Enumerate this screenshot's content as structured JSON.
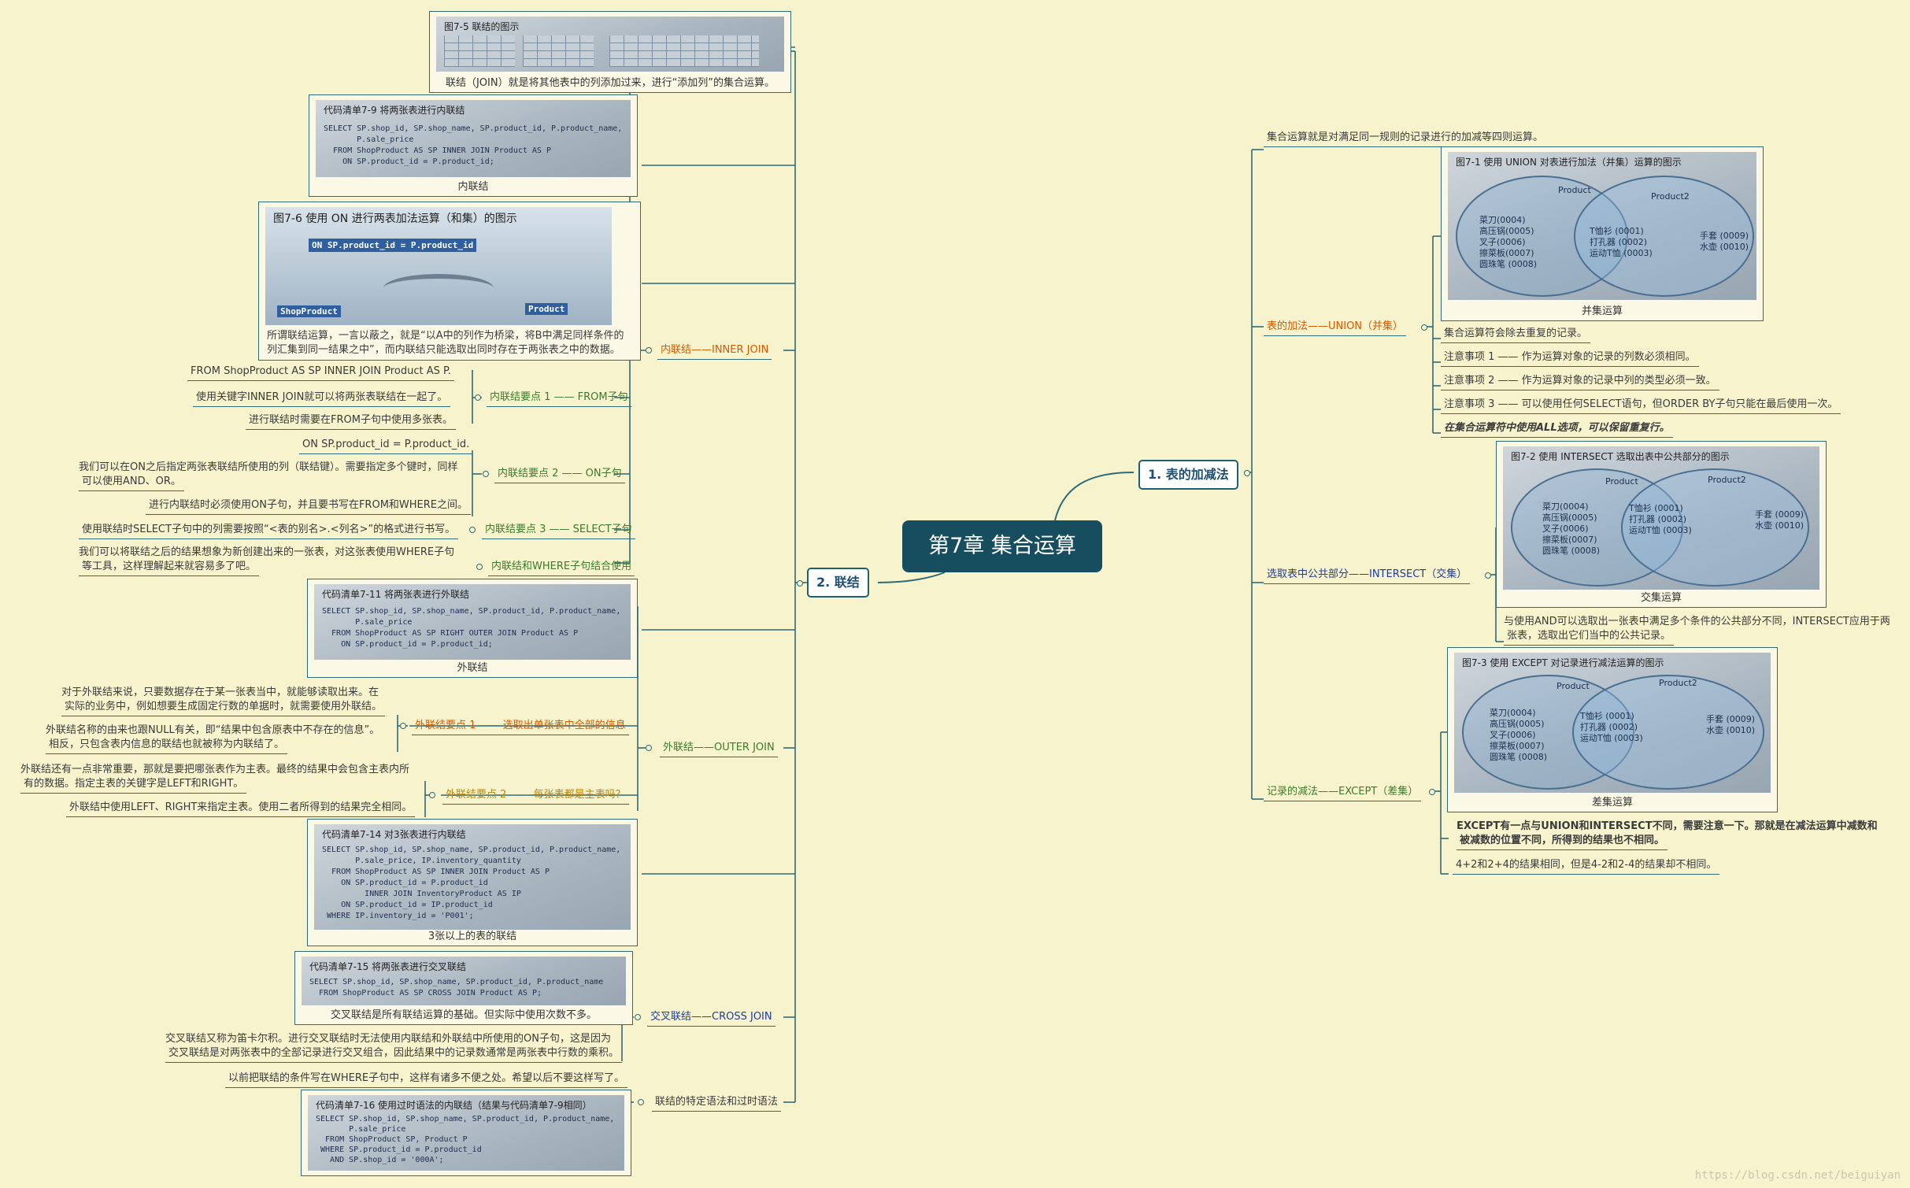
{
  "central": "第7章 集合运算",
  "main1": "1. 表的加减法",
  "main2": "2. 联结",
  "right": {
    "intro": "集合运算就是对满足同一规则的记录进行的加减等四则运算。",
    "union_label": "表的加法——UNION（并集）",
    "union_fig_caption": "图7-1   使用 UNION 对表进行加法（并集）运算的图示",
    "union_box_caption": "并集运算",
    "venn_left_name": "Product",
    "venn_right_name": "Product2",
    "venn_left_items": "菜刀(0004)\n高压锅(0005)\n叉子(0006)\n擦菜板(0007)\n圆珠笔 (0008)",
    "venn_mid_items": "T恤衫 (0001)\n打孔器 (0002)\n运动T恤 (0003)",
    "venn_right_items": "手套 (0009)\n水壶 (0010)",
    "union_points": [
      "集合运算符会除去重复的记录。",
      "注意事项 1 —— 作为运算对象的记录的列数必须相同。",
      "注意事项 2 —— 作为运算对象的记录中列的类型必须一致。",
      "注意事项 3 —— 可以使用任何SELECT语句，但ORDER BY子句只能在最后使用一次。",
      "在集合运算符中使用ALL选项，可以保留重复行。"
    ],
    "intersect_label": "选取表中公共部分——INTERSECT（交集）",
    "intersect_fig_caption": "图7-2   使用 INTERSECT 选取出表中公共部分的图示",
    "intersect_box_caption": "交集运算",
    "intersect_note_1": "与使用AND可以选取出一张表中满足多个条件的公共部分不同，INTERSECT应用于两",
    "intersect_note_2": "张表，选取出它们当中的公共记录。",
    "except_label": "记录的减法——EXCEPT（差集）",
    "except_fig_caption": "图7-3   使用 EXCEPT 对记录进行减法运算的图示",
    "except_box_caption": "差集运算",
    "except_note_1": "EXCEPT有一点与UNION和INTERSECT不同，需要注意一下。那就是在减法运算中减数和",
    "except_note_2": "被减数的位置不同，所得到的结果也不相同。",
    "except_note_3": "4+2和2+4的结果相同，但是4-2和2-4的结果却不相同。"
  },
  "left": {
    "fig75_caption": "图7-5   联结的图示",
    "fig75_note": "联结（JOIN）就是将其他表中的列添加过来，进行“添加列”的集合运算。",
    "code79_caption": "代码清单7-9   将两张表进行内联结",
    "code79_text": "SELECT SP.shop_id, SP.shop_name, SP.product_id, P.product_name,\n       P.sale_price\n  FROM ShopProduct AS SP INNER JOIN Product AS P\n    ON SP.product_id = P.product_id;",
    "code79_box_caption": "内联结",
    "fig76_caption": "图7-6   使用 ON 进行两表加法运算（和集）的图示",
    "fig76_on": "ON SP.product_id = P.product_id",
    "fig76_left": "ShopProduct",
    "fig76_right": "Product",
    "fig76_note_1": "所谓联结运算，一言以蔽之，就是“以A中的列作为桥梁，将B中满足同样条件的",
    "fig76_note_2": "列汇集到同一结果之中”，而内联结只能选取出同时存在于两张表之中的数据。",
    "inner_label": "内联结——INNER JOIN",
    "inner1_label": "内联结要点 1 —— FROM子句",
    "inner1_items": [
      "FROM ShopProduct AS SP INNER JOIN Product AS P.",
      "使用关键字INNER JOIN就可以将两张表联结在一起了。",
      "进行联结时需要在FROM子句中使用多张表。"
    ],
    "inner2_label": "内联结要点 2 —— ON子句",
    "inner2_items": [
      "ON SP.product_id = P.product_id.",
      "我们可以在ON之后指定两张表联结所使用的列（联结键）。需要指定多个键时，同样",
      "可以使用AND、OR。",
      "进行内联结时必须使用ON子句，并且要书写在FROM和WHERE之间。"
    ],
    "inner3_label": "内联结要点 3 —— SELECT子句",
    "inner3_item": "使用联结时SELECT子句中的列需要按照“<表的别名>.<列名>”的格式进行书写。",
    "inner_where_label": "内联结和WHERE子句结合使用",
    "inner_where_1": "我们可以将联结之后的结果想象为新创建出来的一张表，对这张表使用WHERE子句",
    "inner_where_2": "等工具，这样理解起来就容易多了吧。",
    "code711_caption": "代码清单7-11   将两张表进行外联结",
    "code711_text": "SELECT SP.shop_id, SP.shop_name, SP.product_id, P.product_name,\n       P.sale_price\n  FROM ShopProduct AS SP RIGHT OUTER JOIN Product AS P\n    ON SP.product_id = P.product_id;",
    "code711_box_caption": "外联结",
    "outer_label": "外联结——OUTER JOIN",
    "outer_intro_1": "对于外联结来说，只要数据存在于某一张表当中，就能够读取出来。在",
    "outer_intro_2": "实际的业务中，例如想要生成固定行数的单据时，就需要使用外联结。",
    "outer1_label": "外联结要点 1 —— 选取出单张表中全部的信息",
    "outer1_1": "外联结名称的由来也跟NULL有关，即“结果中包含原表中不存在的信息”。",
    "outer1_2": "相反，只包含表内信息的联结也就被称为内联结了。",
    "outer2_label": "外联结要点 2 —— 每张表都是主表吗？",
    "outer2_1": "外联结还有一点非常重要，那就是要把哪张表作为主表。最终的结果中会包含主表内所",
    "outer2_2": "有的数据。指定主表的关键字是LEFT和RIGHT。",
    "outer2_3": "外联结中使用LEFT、RIGHT来指定主表。使用二者所得到的结果完全相同。",
    "code714_caption": "代码清单7-14   对3张表进行内联结",
    "code714_text": "SELECT SP.shop_id, SP.shop_name, SP.product_id, P.product_name,\n       P.sale_price, IP.inventory_quantity\n  FROM ShopProduct AS SP INNER JOIN Product AS P\n    ON SP.product_id = P.product_id\n         INNER JOIN InventoryProduct AS IP\n    ON SP.product_id = IP.product_id\n WHERE IP.inventory_id = 'P001';",
    "code714_box_caption": "3张以上的表的联结",
    "code715_caption": "代码清单7-15   将两张表进行交叉联结",
    "code715_text": "SELECT SP.shop_id, SP.shop_name, SP.product_id, P.product_name\n  FROM ShopProduct AS SP CROSS JOIN Product AS P;",
    "code715_box_caption": "交叉联结是所有联结运算的基础。但实际中使用次数不多。",
    "cross_label": "交叉联结——CROSS JOIN",
    "cross_note_1": "交叉联结又称为笛卡尔积。进行交叉联结时无法使用内联结和外联结中所使用的ON子句，这是因为",
    "cross_note_2": "交叉联结是对两张表中的全部记录进行交叉组合，因此结果中的记录数通常是两张表中行数的乘积。",
    "old_label": "联结的特定语法和过时语法",
    "old_note": "以前把联结的条件写在WHERE子句中，这样有诸多不便之处。希望以后不要这样写了。",
    "code716_caption": "代码清单7-16   使用过时语法的内联结（结果与代码清单7-9相同）",
    "code716_text": "SELECT SP.shop_id, SP.shop_name, SP.product_id, P.product_name,\n       P.sale_price\n  FROM ShopProduct SP, Product P\n WHERE SP.product_id = P.product_id\n   AND SP.shop_id = '000A';"
  },
  "watermark": "https://blog.csdn.net/beiguiyan",
  "colors": {
    "background": "#f7f3cd",
    "central": "#174e5f",
    "line": "#2f6b77"
  }
}
